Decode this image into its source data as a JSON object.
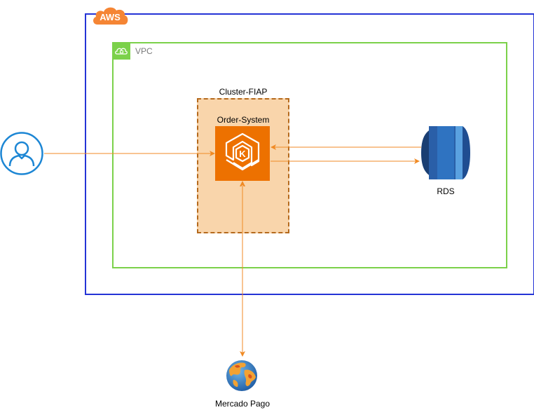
{
  "aws": {
    "badge_text": "AWS",
    "border_color": "#2433d6",
    "badge_color": "#f58534"
  },
  "vpc": {
    "label": "VPC",
    "border_color": "#7bd14a"
  },
  "cluster": {
    "label": "Cluster-FIAP",
    "fill_color": "#f9d5ab",
    "border_color": "#b56a1d"
  },
  "service": {
    "label": "Order-System",
    "icon": "eks-kubernetes-icon",
    "tile_color": "#ed7100"
  },
  "database": {
    "label": "RDS",
    "icon": "rds-database-icon"
  },
  "external": {
    "label": "Mercado Pago",
    "icon": "globe-icon"
  },
  "user": {
    "icon": "user-icon",
    "color": "#1c86d4"
  },
  "connector_color": "#f08a24"
}
